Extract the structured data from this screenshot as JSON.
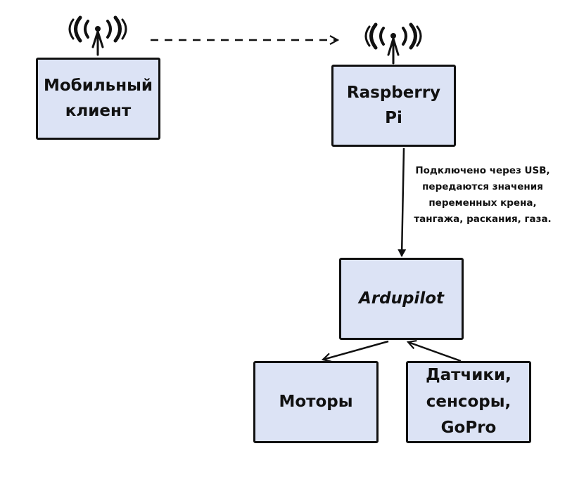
{
  "nodes": {
    "mobile_client": "Мобильный\nклиент",
    "raspberry_pi": "Raspberry\nPi",
    "ardupilot": "Ardupilot",
    "motors": "Моторы",
    "sensors": "Датчики,\nсенсоры,\nGoPro"
  },
  "edges": {
    "rpi_to_ardupilot_label": "Подключено через USB,\nпередаются значения\nпеременных крена,\nтангажа, раскания, газа."
  },
  "icons": {
    "mobile_antenna": "wireless-antenna-icon",
    "rpi_antenna": "wireless-antenna-icon"
  },
  "colors": {
    "node_fill": "#dce3f5",
    "stroke": "#111111"
  }
}
